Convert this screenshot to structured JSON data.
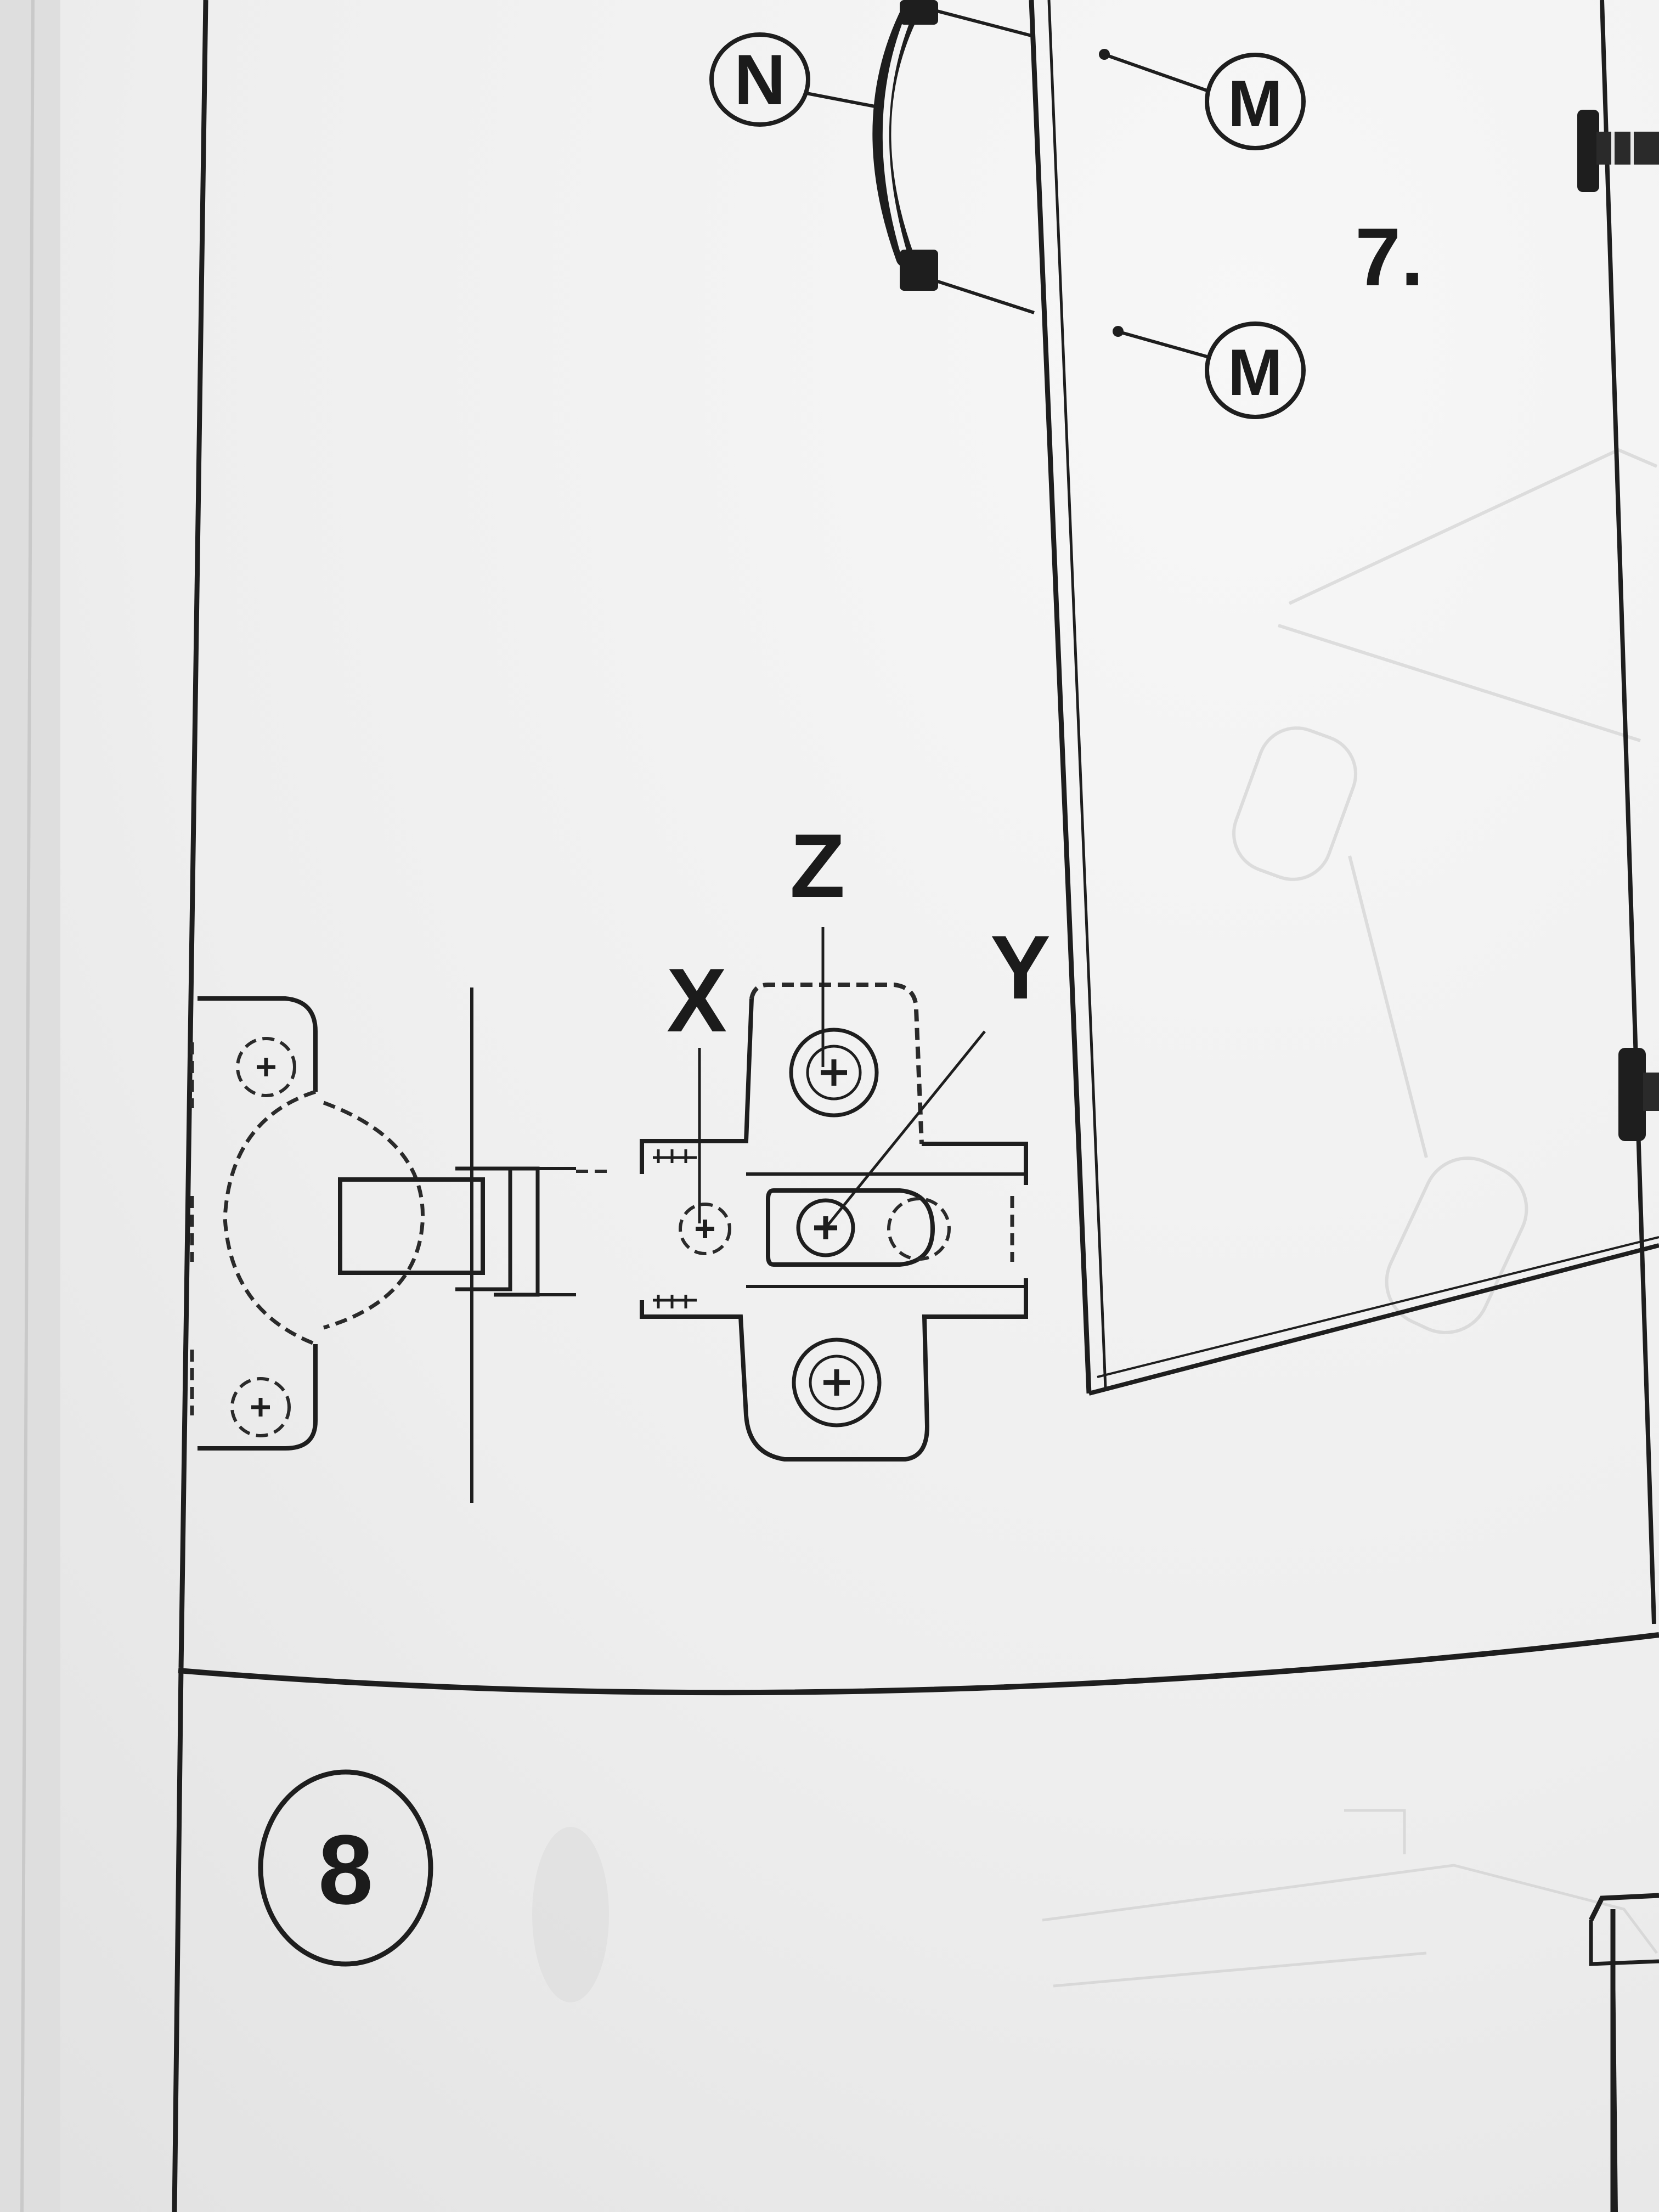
{
  "step7": {
    "number": "7.",
    "callouts": {
      "handle": "N",
      "screw_top": "M",
      "screw_bottom": "M"
    }
  },
  "hinge": {
    "labels": {
      "x": "X",
      "y": "Y",
      "z": "Z"
    }
  },
  "step8": {
    "number": "8"
  },
  "colors": {
    "paper": "#f2f2f2",
    "ink": "#1e1e1e",
    "shadow": "#d8d8d8"
  }
}
